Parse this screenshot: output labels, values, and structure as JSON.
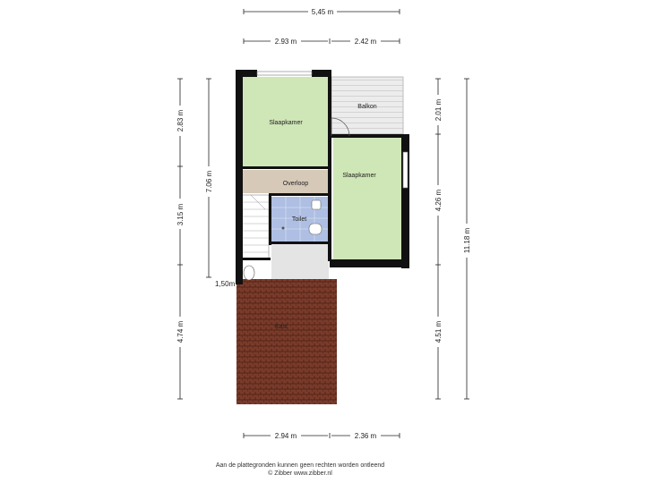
{
  "colors": {
    "bedroom": "#cfe6b7",
    "landing": "#d6c9b8",
    "toilet": "#aebfe3",
    "balcony": "#eaeaea",
    "hall": "#e4e4e4",
    "roof": "#7a3b2a",
    "wall": "#111111",
    "dimension": "#222222"
  },
  "rooms": {
    "bedroom_left": "Slaapkamer",
    "balcony": "Balkon",
    "landing": "Overloop",
    "toilet": "Toilet",
    "bedroom_right": "Slaapkamer",
    "attic": "Kast"
  },
  "dimensions": {
    "top_total": "5,45 m",
    "top_left": "2.93 m",
    "top_right": "2.42 m",
    "left_upper": "2.83 m",
    "left_total_upper": "7.06 m",
    "left_middle": "3.15 m",
    "left_lower": "4.74 m",
    "height_marker": "1,50m",
    "right_upper": "2.01 m",
    "right_middle": "4.26 m",
    "right_lower": "4.51 m",
    "right_total": "11.18 m",
    "bottom_left": "2.94 m",
    "bottom_right": "2.36 m"
  },
  "footer": {
    "line1": "Aan de plattegronden kunnen geen rechten worden ontleend",
    "line2": "© Zibber www.zibber.nl"
  }
}
